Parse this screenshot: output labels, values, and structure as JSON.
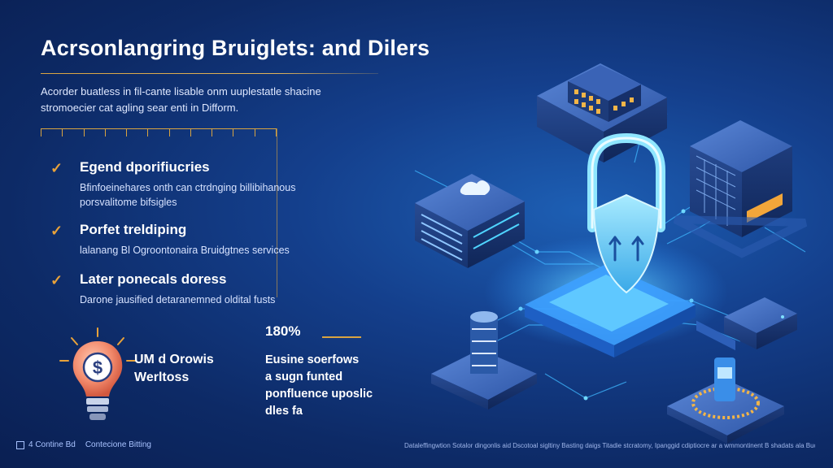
{
  "header": {
    "title": "Acrsonlangring Bruiglets: and Dilers",
    "intro": "Acorder buatless in fil-cante lisable onm uuplestatle shacine stromoecier cat agling sear enti in Difform."
  },
  "features": [
    {
      "title": "Egend dporifiucries",
      "desc": "Bfinfoeinehares onth can ctrdnging billibihanous porsvalitome bifsigles",
      "icon": "check-icon"
    },
    {
      "title": "Porfet treldiping",
      "desc": "lalanang Bl Ogroontonaira Bruidgtnes services",
      "icon": "check-icon"
    },
    {
      "title": "Later ponecals doress",
      "desc": "Darone jausified detaranemned oldital fusts",
      "icon": "check-icon"
    }
  ],
  "badge": {
    "text_line1": "UM d Orowis",
    "text_line2": "Werltoss",
    "icon": "dollar-lightbulb-icon",
    "symbol": "$"
  },
  "stat": {
    "value": "180%",
    "desc_line1": "Eusine soerfows",
    "desc_line2": "a sugn funted",
    "desc_line3": "ponfluence uposlic",
    "desc_line4": "dles fa"
  },
  "footer": {
    "left_item1": "4 Contine Bd",
    "left_item2": "Contecione Bitting",
    "right_text": "Dataleffingwtion Sotalor dingonlis aid Dscotoal sigltiny Basting daigs Titadie stcratomy, Ipanggid cdiptiocre ar a wmmontinent B shadats ala Bucktenger"
  },
  "colors": {
    "accent": "#e8a23a",
    "background": "#143f8c",
    "neon": "#3fd0ff"
  }
}
